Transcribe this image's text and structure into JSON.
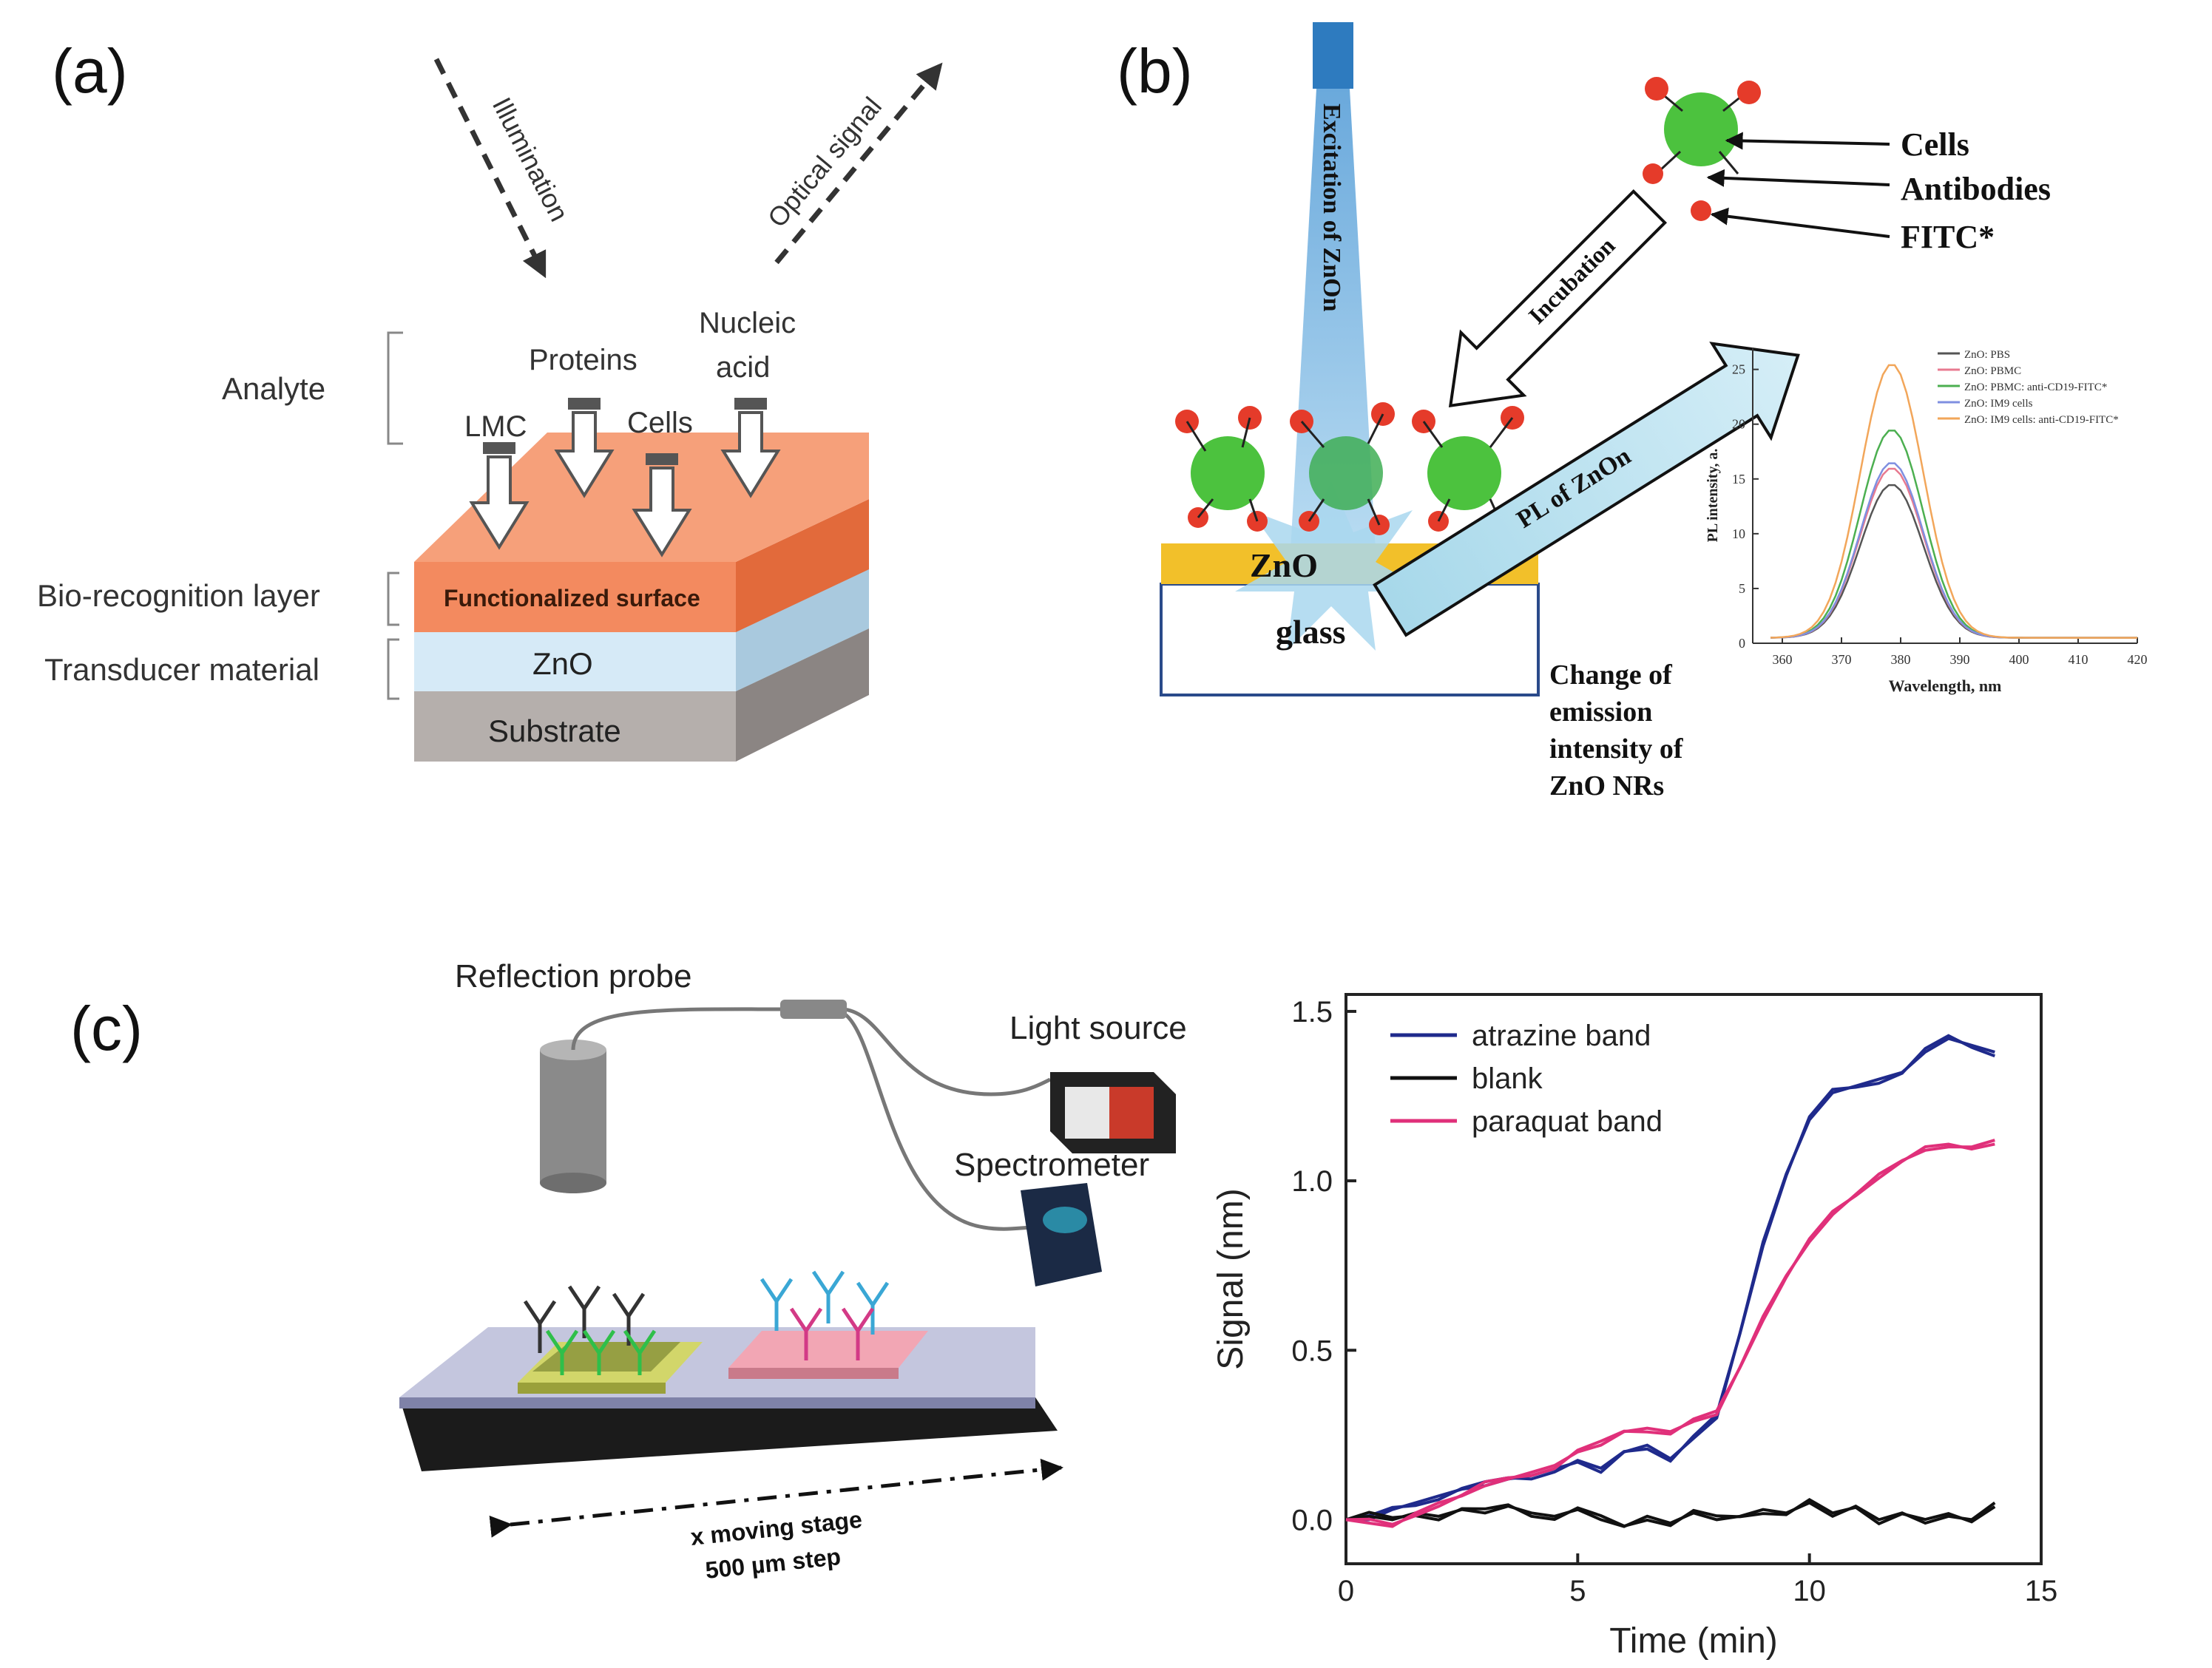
{
  "panel_a": {
    "label": "(a)",
    "illumination": "Illumination",
    "optical_signal": "Optical signal",
    "analyte": "Analyte",
    "proteins": "Proteins",
    "nucleic_acid_line1": "Nucleic",
    "nucleic_acid_line2": "acid",
    "lmc": "LMC",
    "cells": "Cells",
    "bio_layer": "Bio-recognition layer",
    "transducer": "Transducer material",
    "functionalized": "Functionalized surface",
    "zno": "ZnO",
    "substrate": "Substrate"
  },
  "panel_b": {
    "label": "(b)",
    "excitation": "Excitation of ZnOn",
    "cells": "Cells",
    "antibodies": "Antibodies",
    "fitc": "FITC*",
    "incubation": "Incubation",
    "pl": "PL of ZnOn",
    "zno": "ZnO",
    "glass": "glass",
    "change_line1": "Change of",
    "change_line2": "emission",
    "change_line3": "intensity of",
    "change_line4": "ZnO NRs",
    "inset_ylabel": "PL intensity, a.",
    "inset_xlabel": "Wavelength, nm"
  },
  "panel_c": {
    "label": "(c)",
    "reflection_probe": "Reflection probe",
    "light_source": "Light source",
    "spectrometer": "Spectrometer",
    "stage_line1": "x moving stage",
    "stage_line2": "500 µm step"
  },
  "chart_data": [
    {
      "type": "line",
      "panel": "b-inset",
      "xlabel": "Wavelength, nm",
      "ylabel": "PL intensity, a.",
      "xlim": [
        355,
        420
      ],
      "ylim": [
        0,
        27
      ],
      "xticks": [
        "360",
        "370",
        "380",
        "390",
        "400",
        "410",
        "420"
      ],
      "yticks": [
        "0",
        "5",
        "10",
        "15",
        "20",
        "25"
      ],
      "series": [
        {
          "name": "ZnO: PBS",
          "color": "#555555",
          "peak": 14.0
        },
        {
          "name": "ZnO: PBMC",
          "color": "#e87a90",
          "peak": 15.5
        },
        {
          "name": "ZnO: PBMC: anti-CD19-FITC*",
          "color": "#4caf50",
          "peak": 19.0
        },
        {
          "name": "ZnO: IM9 cells",
          "color": "#7f8fe0",
          "peak": 16.0
        },
        {
          "name": "ZnO: IM9 cells: anti-CD19-FITC*",
          "color": "#f2a65a",
          "peak": 25.0
        }
      ]
    },
    {
      "type": "line",
      "panel": "c",
      "xlabel": "Time (min)",
      "ylabel": "Signal (nm)",
      "xlim": [
        0,
        15
      ],
      "ylim": [
        -0.13,
        1.55
      ],
      "xticks": [
        "0",
        "5",
        "10",
        "15"
      ],
      "yticks": [
        "0.0",
        "0.5",
        "1.0",
        "1.5"
      ],
      "series": [
        {
          "name": "atrazine band",
          "color": "#1f2a8c",
          "x": [
            0,
            0.5,
            1,
            1.5,
            2,
            2.5,
            3,
            3.5,
            4,
            4.5,
            5,
            5.5,
            6,
            6.5,
            7,
            7.5,
            8,
            8.5,
            9,
            9.5,
            10,
            10.5,
            11,
            11.5,
            12,
            12.5,
            13,
            13.5,
            14
          ],
          "y": [
            0.0,
            0.0,
            0.03,
            0.05,
            0.07,
            0.09,
            0.1,
            0.12,
            0.13,
            0.15,
            0.17,
            0.14,
            0.2,
            0.22,
            0.18,
            0.24,
            0.3,
            0.55,
            0.82,
            1.02,
            1.18,
            1.26,
            1.28,
            1.3,
            1.32,
            1.38,
            1.42,
            1.4,
            1.38
          ]
        },
        {
          "name": "blank",
          "color": "#111111",
          "x": [
            0,
            0.5,
            1,
            1.5,
            2,
            2.5,
            3,
            3.5,
            4,
            4.5,
            5,
            5.5,
            6,
            6.5,
            7,
            7.5,
            8,
            8.5,
            9,
            9.5,
            10,
            10.5,
            11,
            11.5,
            12,
            12.5,
            13,
            13.5,
            14
          ],
          "y": [
            0.0,
            0.01,
            0.0,
            0.02,
            0.01,
            0.03,
            0.02,
            0.04,
            0.02,
            0.01,
            0.03,
            0.0,
            -0.02,
            0.01,
            -0.01,
            0.02,
            0.0,
            0.01,
            0.03,
            0.02,
            0.05,
            0.01,
            0.04,
            0.0,
            0.02,
            -0.01,
            0.01,
            0.0,
            0.05
          ]
        },
        {
          "name": "paraquat band",
          "color": "#e0307a",
          "x": [
            0,
            0.5,
            1,
            1.5,
            2,
            2.5,
            3,
            3.5,
            4,
            4.5,
            5,
            5.5,
            6,
            6.5,
            7,
            7.5,
            8,
            8.5,
            9,
            9.5,
            10,
            10.5,
            11,
            11.5,
            12,
            12.5,
            13,
            13.5,
            14
          ],
          "y": [
            0.0,
            -0.01,
            -0.02,
            0.02,
            0.05,
            0.07,
            0.1,
            0.12,
            0.14,
            0.16,
            0.2,
            0.22,
            0.26,
            0.27,
            0.26,
            0.29,
            0.31,
            0.45,
            0.6,
            0.72,
            0.82,
            0.9,
            0.96,
            1.02,
            1.06,
            1.09,
            1.1,
            1.1,
            1.12
          ]
        }
      ]
    }
  ]
}
